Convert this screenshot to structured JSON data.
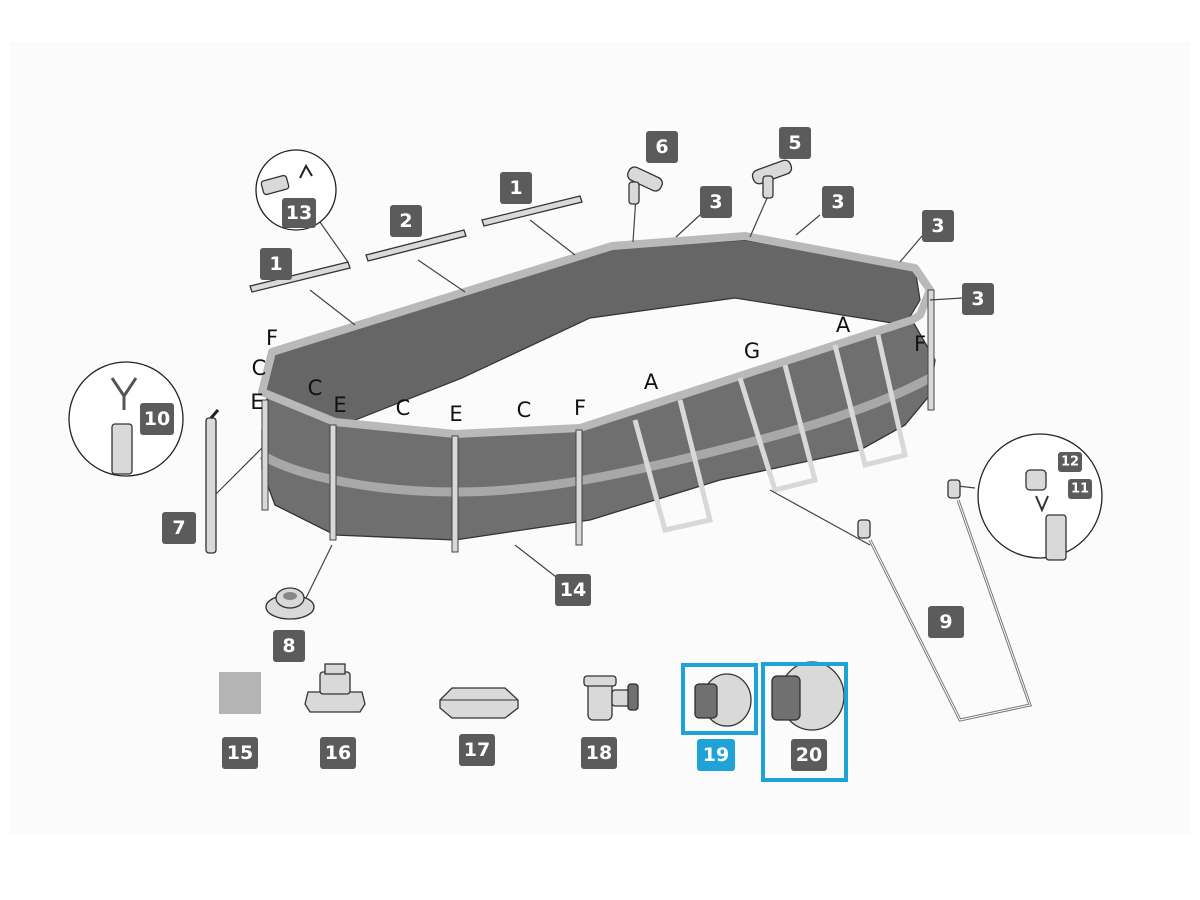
{
  "colors": {
    "badge": "#5b5b5b",
    "highlight": "#1fa3d6",
    "pool_wall": "#6f6f6f",
    "pool_rim": "#b9b9b9"
  },
  "part_numbers": [
    "1",
    "2",
    "1",
    "1",
    "3",
    "3",
    "3",
    "3",
    "5",
    "6",
    "7",
    "8",
    "9",
    "10",
    "11",
    "12",
    "13",
    "14",
    "15",
    "16",
    "17",
    "18",
    "19",
    "20"
  ],
  "letters": [
    "F",
    "C",
    "E",
    "C",
    "E",
    "C",
    "E",
    "C",
    "F",
    "A",
    "G",
    "A",
    "F"
  ],
  "highlighted_parts": [
    "19",
    "20"
  ]
}
